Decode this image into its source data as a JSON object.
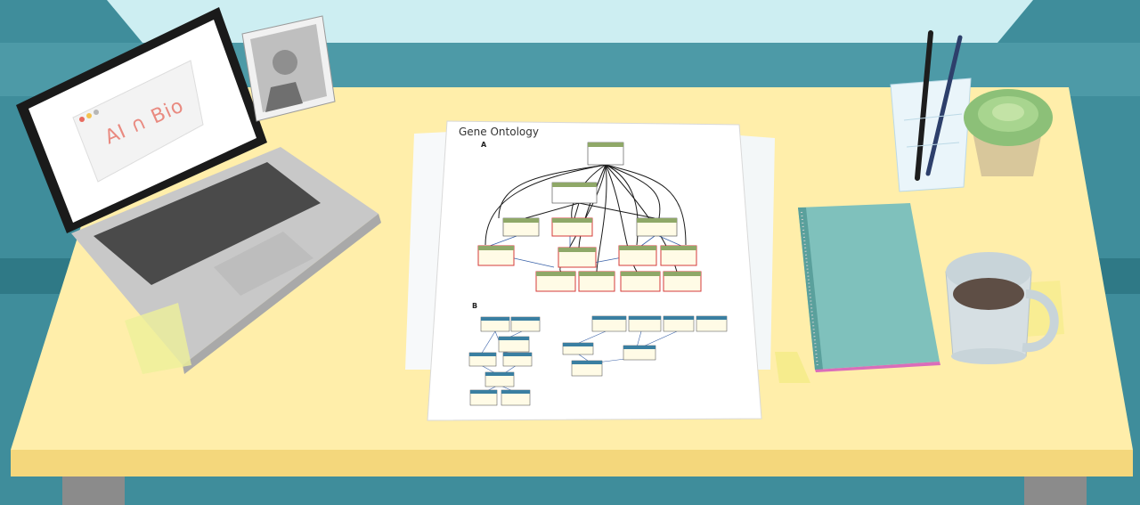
{
  "laptop": {
    "screen_text": "AI ∩ Bio"
  },
  "document": {
    "title": "Gene Ontology",
    "panel_a_label": "A",
    "panel_b_label": "B"
  },
  "colors": {
    "wall": "#3f8d9b",
    "desk": "#ffeeaa",
    "desk_edge": "#f4d77c",
    "laptop_body": "#c8c8c8",
    "screen_bezel": "#1a1a1a",
    "notebook": "#7fc1bc",
    "mug": "#d6dfe3",
    "coffee": "#5e4e45",
    "plant": "#8cc078",
    "green_node": "#8fa868",
    "blue_node": "#3a7fa1",
    "red_border": "#d63b3b"
  },
  "icons": [
    "laptop-icon",
    "photo-frame-icon",
    "pen-holder-icon",
    "plant-icon",
    "notebook-icon",
    "coffee-mug-icon"
  ]
}
